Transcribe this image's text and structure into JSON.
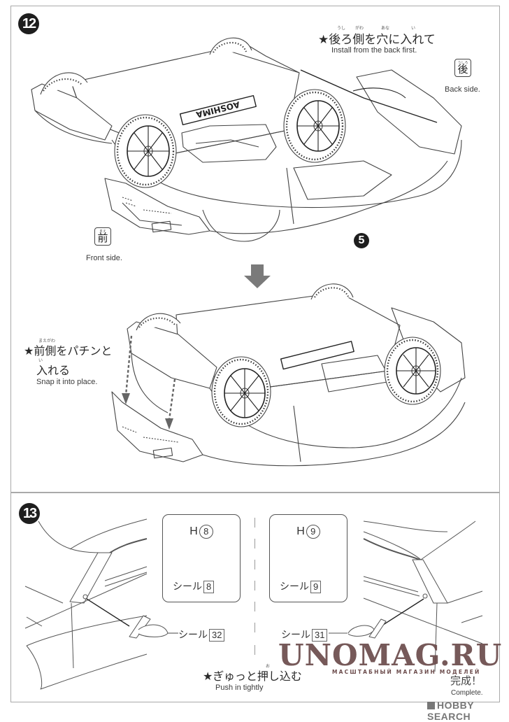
{
  "step12": {
    "badge": "12",
    "instruction_jp": "★後ろ側を穴に入れて",
    "instruction_ruby": [
      "うし",
      "がわ",
      "あな",
      "い"
    ],
    "instruction_en": "Install from the back first.",
    "back_label_kanji": "後",
    "back_label_ruby": "うしろ",
    "back_label_en": "Back side.",
    "front_label_kanji": "前",
    "front_label_ruby": "まえ",
    "front_label_en": "Front side.",
    "ref_badge": "5",
    "snap_jp_line1": "★前側をパチンと",
    "snap_jp_line2": "入れる",
    "snap_ruby1": "まえがわ",
    "snap_ruby2": "い",
    "snap_en": "Snap it into place.",
    "body_logo": "AOSHIMA",
    "arrow_color": "#7a7a7a"
  },
  "step13": {
    "badge": "13",
    "left_part": {
      "letter": "H",
      "number": "8",
      "seal_label": "シール",
      "seal_number": "8"
    },
    "right_part": {
      "letter": "H",
      "number": "9",
      "seal_label": "シール",
      "seal_number": "9"
    },
    "left_seal_label": "シール",
    "left_seal_number": "32",
    "right_seal_label": "シール",
    "right_seal_number": "31",
    "push_jp": "★ぎゅっと押し込む",
    "push_ruby": "お",
    "push_en": "Push in tightly",
    "complete_jp": "完成！",
    "complete_en": "Complete."
  },
  "watermark": {
    "title": "UNOMAG.RU",
    "subtitle": "МАСШТАБНЫЙ МАГАЗИН МОДЕЛЕЙ",
    "color": "#6b4b4b"
  },
  "credit": "HOBBY SEARCH"
}
